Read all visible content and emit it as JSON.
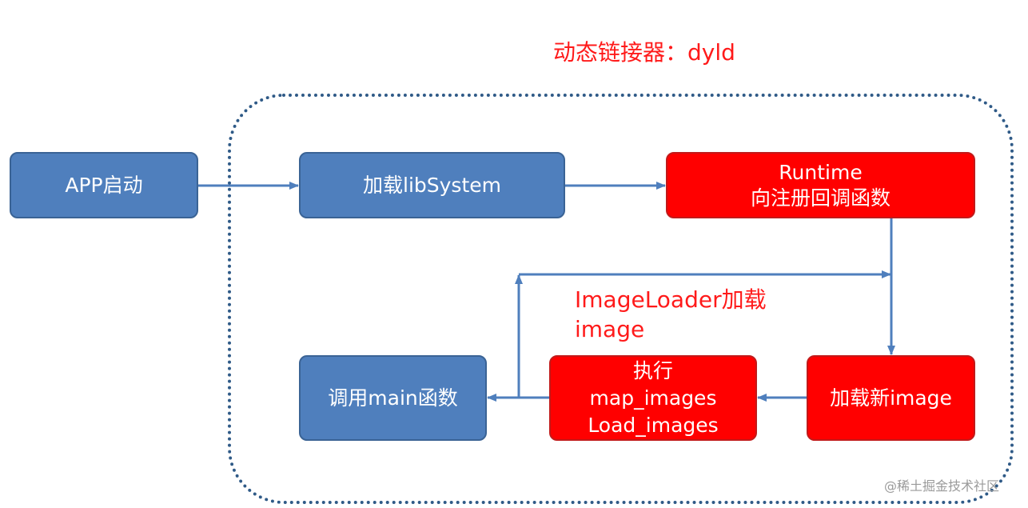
{
  "title": "动态链接器：dyld",
  "nodes": {
    "app_start": "APP启动",
    "load_libsystem": "加载libSystem",
    "runtime_line1": "Runtime",
    "runtime_line2": "向注册回调函数",
    "call_main": "调用main函数",
    "execute_line1": "执行",
    "execute_line2": "map_images",
    "execute_line3": "Load_images",
    "load_new_image": "加载新image"
  },
  "annotation": {
    "line1": "ImageLoader加载",
    "line2": "image"
  },
  "watermark": "@稀土掘金技术社区",
  "colors": {
    "blue_box": "#4f7fbd",
    "red_box": "#ff0000",
    "arrow": "#4f7fbd",
    "frame": "#2f5a87",
    "title_text": "#ff1a1a"
  }
}
